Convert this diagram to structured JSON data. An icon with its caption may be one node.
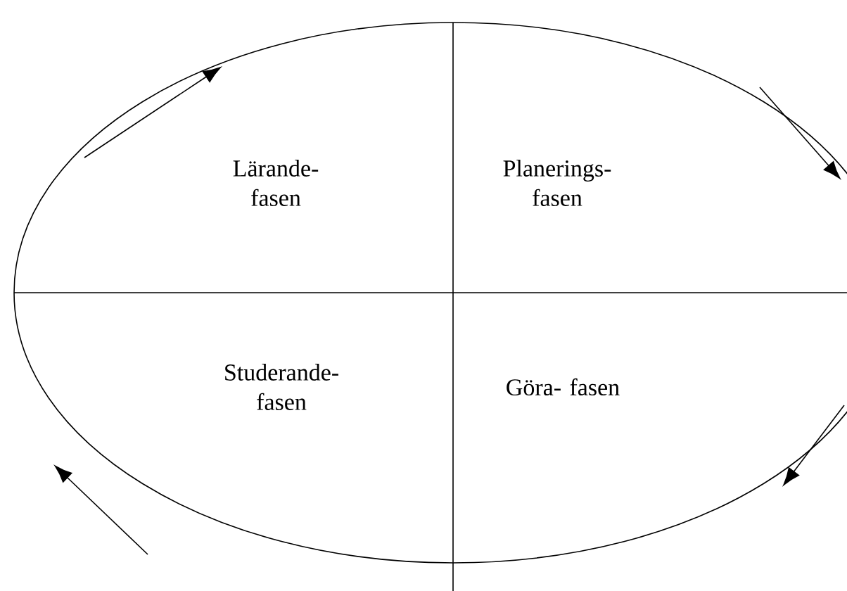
{
  "diagram": {
    "nodes": [
      {
        "text": [
          "Lärande- fasen"
        ]
      },
      {
        "text": [
          "Planerings- fasen"
        ]
      },
      {
        "text": [
          "Studerande- fasen"
        ]
      },
      {
        "text": [
          "Göra- fasen"
        ]
      }
    ]
  }
}
